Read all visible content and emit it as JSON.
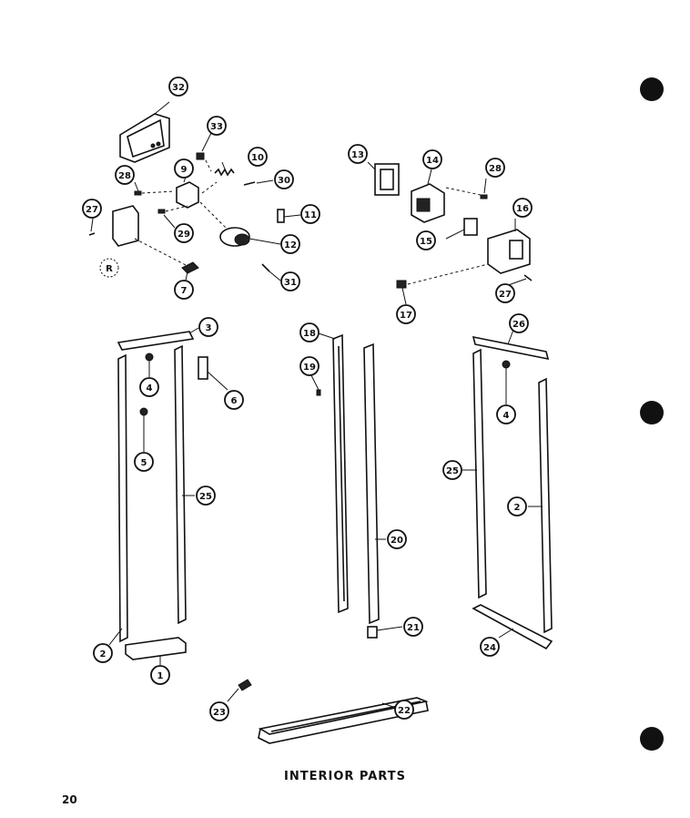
{
  "caption": "INTERIOR PARTS",
  "page_number": "20",
  "callouts": {
    "c32": "32",
    "c33": "33",
    "c28a": "28",
    "c9": "9",
    "c10": "10",
    "c30": "30",
    "c27a": "27",
    "c29": "29",
    "c11": "11",
    "c12": "12",
    "c31": "31",
    "c7": "7",
    "c13": "13",
    "c14": "14",
    "c28b": "28",
    "c16": "16",
    "c15": "15",
    "c17": "17",
    "c27b": "27",
    "c3": "3",
    "c4a": "4",
    "c6": "6",
    "c5": "5",
    "c25a": "25",
    "c2a": "2",
    "c1": "1",
    "c18": "18",
    "c19": "19",
    "c20": "20",
    "c21": "21",
    "c26": "26",
    "c4b": "4",
    "c25b": "25",
    "c2b": "2",
    "c24": "24",
    "c23": "23",
    "c22": "22"
  },
  "labels": {
    "r": "R"
  }
}
